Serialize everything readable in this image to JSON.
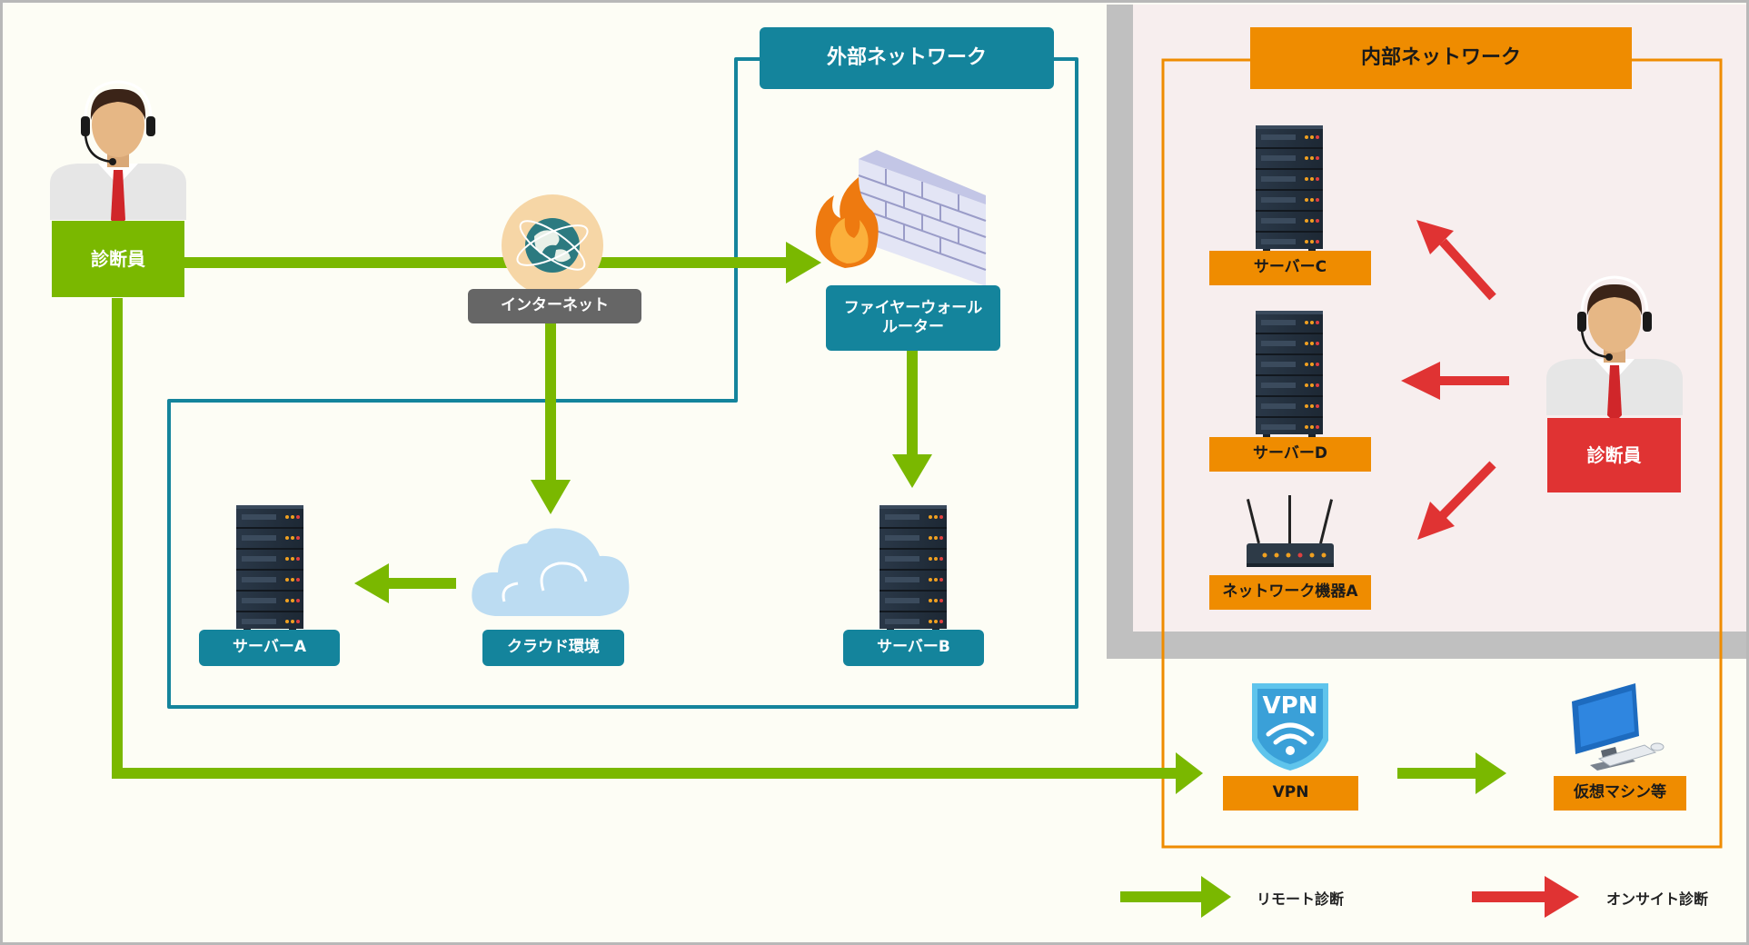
{
  "regions": {
    "external_title": "外部ネットワーク",
    "internal_title": "内部ネットワーク"
  },
  "nodes": {
    "diagnoser_left": "診断員",
    "diagnoser_right": "診断員",
    "internet": "インターネット",
    "firewall": "ファイヤーウォール\nルーター",
    "cloud": "クラウド環境",
    "server_a": "サーバーA",
    "server_b": "サーバーB",
    "server_c": "サーバーC",
    "server_d": "サーバーD",
    "network_device_a": "ネットワーク機器A",
    "vpn": "VPN",
    "vpn_badge": "VPN",
    "vm": "仮想マシン等"
  },
  "legend": {
    "remote": "リモート診断",
    "onsite": "オンサイト診断"
  },
  "colors": {
    "remote_arrow": "#7ab800",
    "onsite_arrow": "#e03333",
    "external_frame": "#14849c",
    "internal_frame": "#ef8c00",
    "internal_bg": "#f7eeee",
    "shadow": "#c0c0c0"
  },
  "icons": [
    "person-headset-icon",
    "globe-icon",
    "firewall-icon",
    "cloud-icon",
    "server-icon",
    "router-icon",
    "vpn-shield-icon",
    "monitor-icon"
  ]
}
